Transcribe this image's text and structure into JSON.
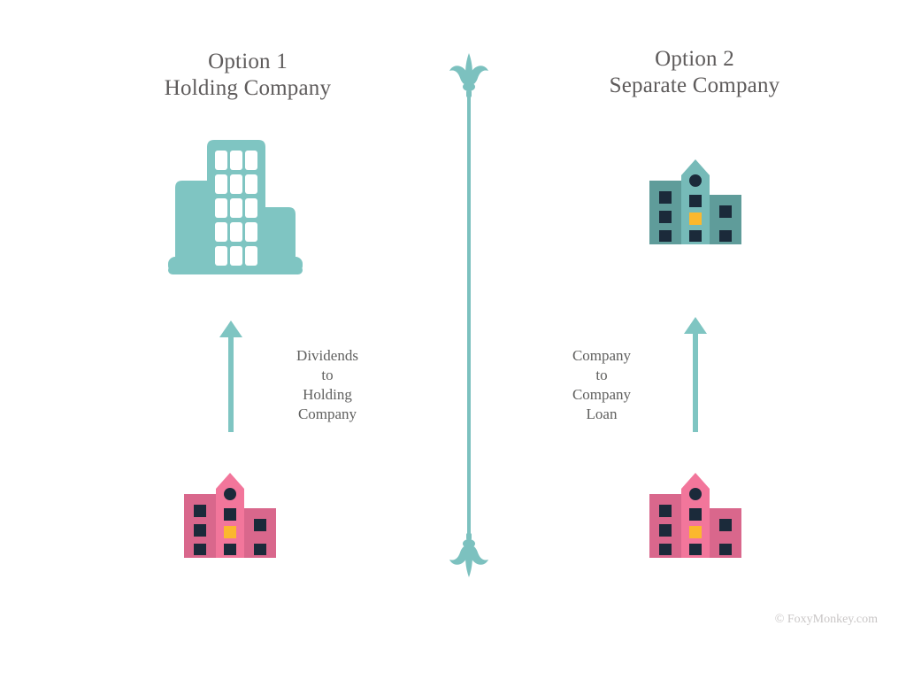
{
  "diagram": {
    "background_color": "#ffffff",
    "columns": [
      {
        "id": "option-1",
        "title_line1": "Option 1",
        "title_line2": "Holding Company",
        "top_entity": "holding-company-building",
        "bottom_entity": "subsidiary-company-building",
        "flow_label": {
          "line1": "Dividends",
          "line2": "to",
          "line3": "Holding",
          "line4": "Company"
        },
        "arrow_direction": "up"
      },
      {
        "id": "option-2",
        "title_line1": "Option 2",
        "title_line2": "Separate Company",
        "top_entity": "separate-company-building",
        "bottom_entity": "operating-company-building",
        "flow_label": {
          "line1": "Company",
          "line2": "to",
          "line3": "Company",
          "line4": "Loan"
        },
        "arrow_direction": "up"
      }
    ],
    "divider": {
      "style": "fleur-de-lis-ornament-line",
      "color": "#7cc1bf"
    },
    "credit": "© FoxyMonkey.com"
  },
  "colors": {
    "teal_light": "#7fc5c2",
    "teal_mid": "#76bab8",
    "teal_dark": "#5f9c9a",
    "pink_light": "#f2769b",
    "pink_dark": "#d9678c",
    "window_navy": "#1b2a3a",
    "window_orange": "#fbb82e",
    "window_white": "#ffffff",
    "text_gray": "#5e5b5b",
    "credit_gray": "#c9c6c6"
  }
}
